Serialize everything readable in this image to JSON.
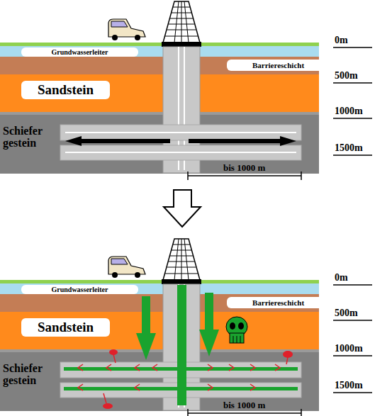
{
  "diagram": {
    "nodes": [
      {
        "text": [
          "Grundwasserleiter"
        ]
      },
      {
        "text": [
          "Barriereschicht"
        ]
      },
      {
        "text": [
          "Sandstein"
        ]
      },
      {
        "text": [
          "Grundwasserleiter"
        ]
      },
      {
        "text": [
          "Barriereschicht"
        ]
      },
      {
        "text": [
          "Sandstein"
        ]
      }
    ],
    "labels": [
      "0m",
      "500m",
      "1000m",
      "Schiefer gestein",
      "1500m",
      "bis 1000 m",
      "0m",
      "500m",
      "1000m",
      "Schiefer gestein",
      "1500m",
      "bis 1000 m"
    ]
  }
}
